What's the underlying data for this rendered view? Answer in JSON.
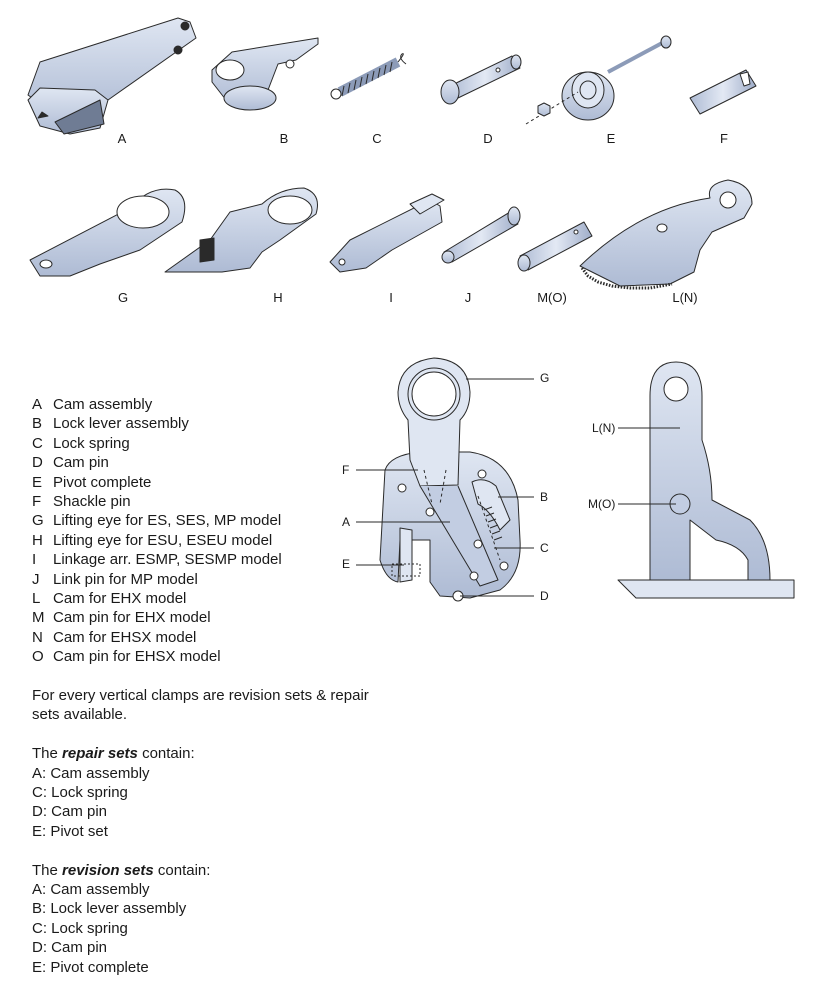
{
  "colors": {
    "metal": "#c2cde2",
    "metal_light": "#dfe6f2",
    "metal_dark": "#8c9bb8",
    "outline": "#2a2a2a"
  },
  "part_labels": {
    "A": "A",
    "B": "B",
    "C": "C",
    "D": "D",
    "E": "E",
    "F": "F",
    "G": "G",
    "H": "H",
    "I": "I",
    "J": "J",
    "MO": "M(O)",
    "LN": "L(N)"
  },
  "callouts": {
    "clamp": {
      "G": "G",
      "F": "F",
      "B": "B",
      "A": "A",
      "C": "C",
      "E": "E",
      "D": "D"
    },
    "cam": {
      "LN": "L(N)",
      "MO": "M(O)"
    }
  },
  "parts_list": [
    {
      "letter": "A",
      "desc": "Cam assembly"
    },
    {
      "letter": "B",
      "desc": "Lock lever assembly"
    },
    {
      "letter": "C",
      "desc": "Lock spring"
    },
    {
      "letter": "D",
      "desc": "Cam pin"
    },
    {
      "letter": "E",
      "desc": "Pivot complete"
    },
    {
      "letter": "F",
      "desc": "Shackle pin"
    },
    {
      "letter": "G",
      "desc": "Lifting eye for ES, SES, MP model"
    },
    {
      "letter": "H",
      "desc": "Lifting eye for ESU, ESEU model"
    },
    {
      "letter": "I",
      "desc": "Linkage arr. ESMP, SESMP model"
    },
    {
      "letter": "J",
      "desc": "Link pin for MP model"
    },
    {
      "letter": "L",
      "desc": "Cam for EHX model"
    },
    {
      "letter": "M",
      "desc": "Cam pin for EHX model"
    },
    {
      "letter": "N",
      "desc": "Cam for EHSX model"
    },
    {
      "letter": "O",
      "desc": "Cam pin for EHSX model"
    }
  ],
  "notes": {
    "intro": "For every vertical clamps are revision sets & repair sets available.",
    "repair_prefix": "The ",
    "repair_term": "repair sets",
    "repair_suffix": " contain:",
    "repair_items": [
      "A: Cam assembly",
      "C: Lock spring",
      "D: Cam pin",
      "E: Pivot set"
    ],
    "revision_prefix": "The ",
    "revision_term": "revision sets",
    "revision_suffix": " contain:",
    "revision_items": [
      "A: Cam assembly",
      "B: Lock lever assembly",
      "C: Lock spring",
      "D: Cam pin",
      "E: Pivot complete"
    ]
  }
}
